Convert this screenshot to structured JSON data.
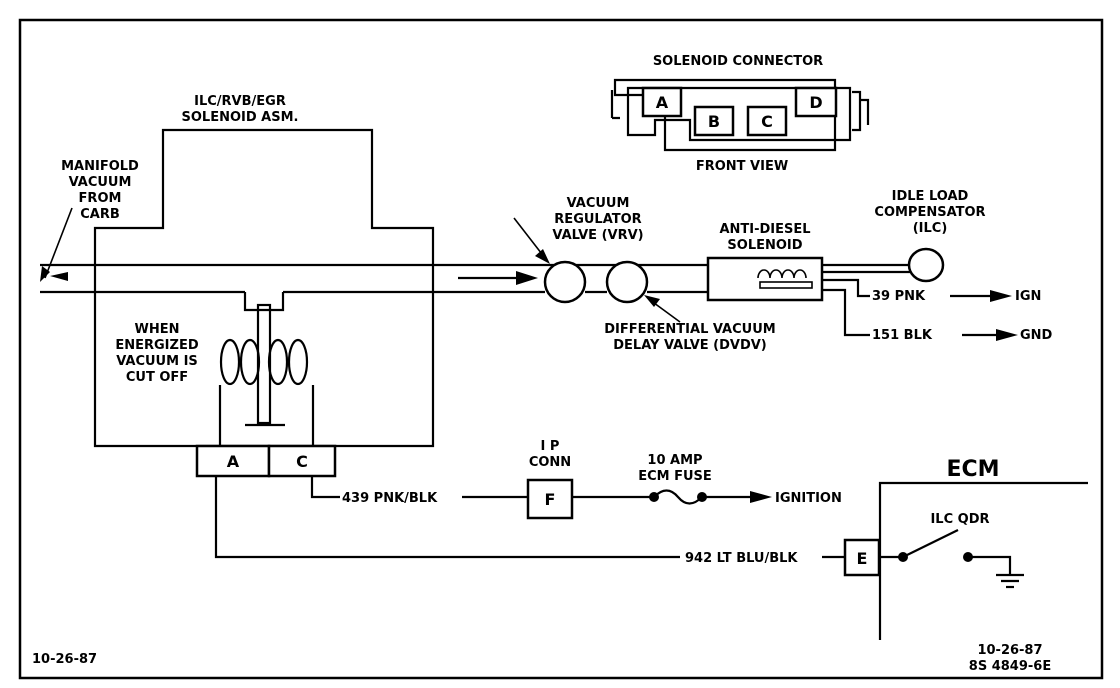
{
  "labels": {
    "solenoid_connector": "SOLENOID CONNECTOR",
    "front_view": "FRONT VIEW",
    "solenoid_asm_l1": "ILC/RVB/EGR",
    "solenoid_asm_l2": "SOLENOID ASM.",
    "manifold_l1": "MANIFOLD",
    "manifold_l2": "VACUUM",
    "manifold_l3": "FROM",
    "manifold_l4": "CARB",
    "vrv_l1": "VACUUM",
    "vrv_l2": "REGULATOR",
    "vrv_l3": "VALVE (VRV)",
    "anti_diesel_l1": "ANTI-DIESEL",
    "anti_diesel_l2": "SOLENOID",
    "ilc_l1": "IDLE LOAD",
    "ilc_l2": "COMPENSATOR",
    "ilc_l3": "(ILC)",
    "energized_l1": "WHEN",
    "energized_l2": "ENERGIZED",
    "energized_l3": "VACUUM IS",
    "energized_l4": "CUT OFF",
    "dvdv_l1": "DIFFERENTIAL VACUUM",
    "dvdv_l2": "DELAY VALVE (DVDV)",
    "wire_39": "39 PNK",
    "ign": "IGN",
    "wire_151": "151 BLK",
    "gnd": "GND",
    "ip_conn_l1": "I P",
    "ip_conn_l2": "CONN",
    "fuse_l1": "10 AMP",
    "fuse_l2": "ECM FUSE",
    "wire_439": "439 PNK/BLK",
    "ignition": "IGNITION",
    "ecm": "ECM",
    "ilc_qdr": "ILC QDR",
    "wire_942": "942 LT BLU/BLK",
    "date_left": "10-26-87",
    "date_right": "10-26-87",
    "figure_number": "8S 4849-6E"
  },
  "pins": {
    "connector": [
      "A",
      "B",
      "C",
      "D"
    ],
    "solenoid_a": "A",
    "solenoid_c": "C",
    "ip_f": "F",
    "ecm_e": "E"
  }
}
